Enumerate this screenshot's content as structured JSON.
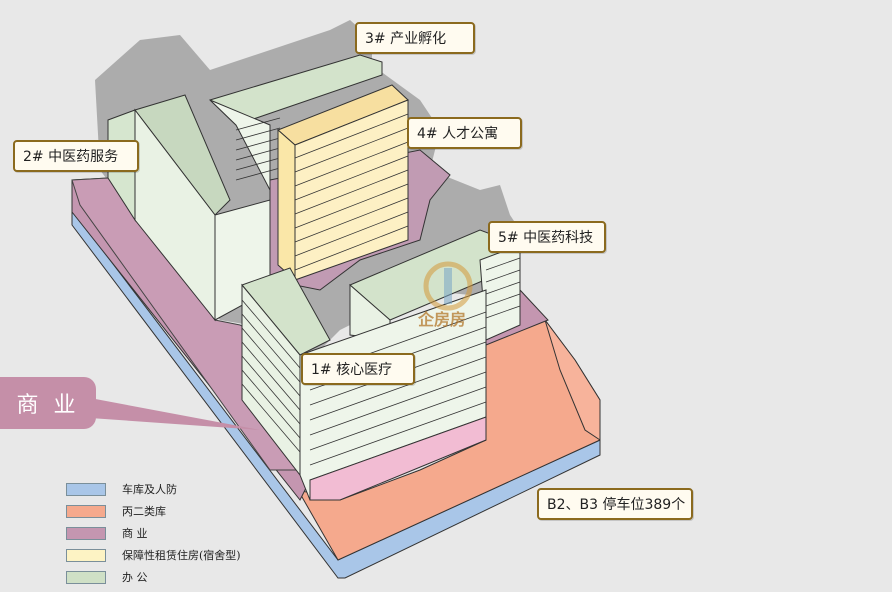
{
  "labels": {
    "building3": "3#  产业孵化",
    "building4": "4#  人才公寓",
    "building2": "2# 中医药服务",
    "building5": "5# 中医药科技",
    "building1": "1# 核心医疗",
    "parking": "B2、B3  停车位389个"
  },
  "callout": {
    "commercial": "商 业"
  },
  "watermark": "企房房",
  "legend": [
    {
      "label": "车库及人防",
      "color": "#a9c6e8"
    },
    {
      "label": "丙二类库",
      "color": "#f5a98d"
    },
    {
      "label": "商   业",
      "color": "#c496b0"
    },
    {
      "label": "保障性租赁住房(宿舍型)",
      "color": "#fdf3c4"
    },
    {
      "label": "办   公",
      "color": "#cfe0c6"
    }
  ],
  "colors": {
    "garage": "#a9c6e8",
    "warehouse": "#f5a98d",
    "commercial": "#c496b0",
    "housing": "#fae7a8",
    "office": "#d6e6cf"
  }
}
